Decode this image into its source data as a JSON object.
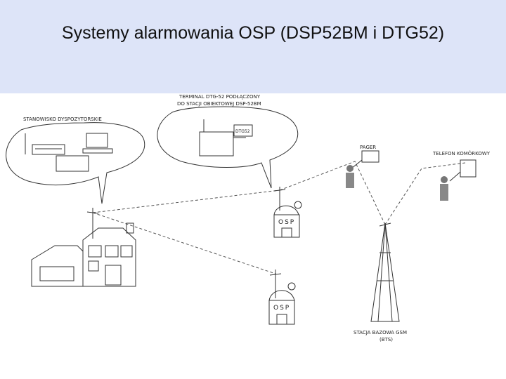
{
  "slide": {
    "title": "Systemy alarmowania OSP (DSP52BM  i DTG52)"
  },
  "diagram": {
    "labels": {
      "dispatcher": "STANOWISKO DYSPOZYTORSKIE",
      "terminal_line1": "TERMINAL DTG-52 PODŁĄCZONY",
      "terminal_line2": "DO STACJI OBIEKTOWEJ DSP-52BM",
      "dtg_box": "DTG52",
      "pager": "PAGER",
      "phone": "TELEFON KOMÓRKOWY",
      "osp_top": "OSP",
      "osp_bottom": "OSP",
      "bts_line1": "STACJA BAZOWA GSM",
      "bts_line2": "(BTS)"
    }
  }
}
